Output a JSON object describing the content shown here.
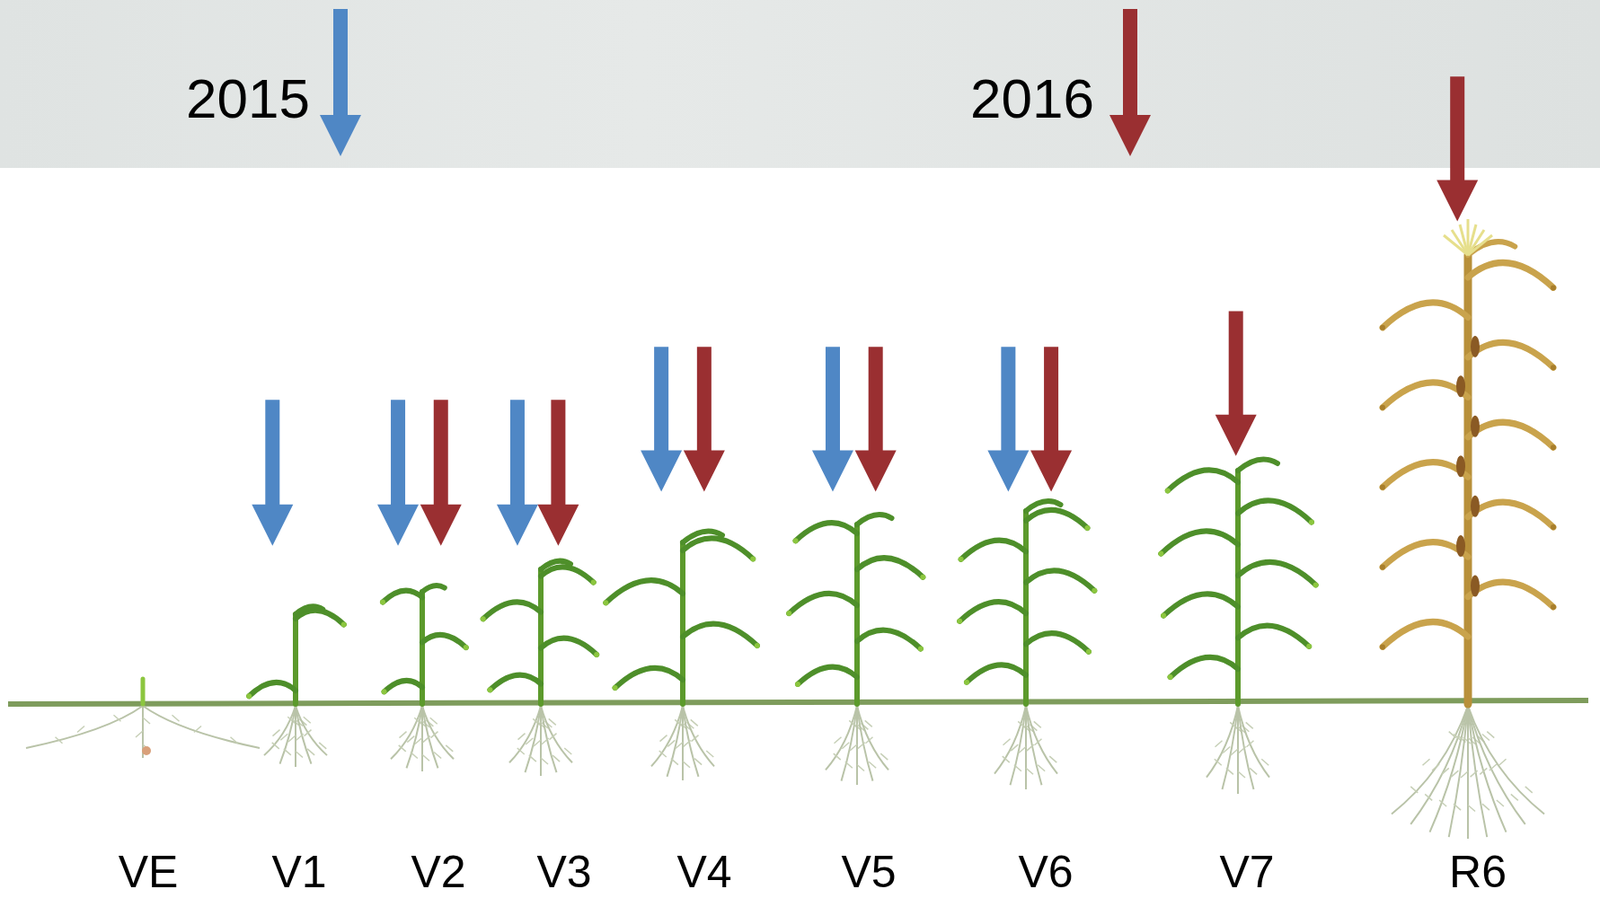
{
  "diagram": {
    "labels": [
      "VE",
      "V1",
      "V2",
      "V3",
      "V4",
      "V5",
      "V6",
      "V7",
      "R6"
    ],
    "legend": [
      {
        "text": "2015",
        "color": "#4f87c5"
      },
      {
        "text": "2016",
        "color": "#9a2f31"
      }
    ]
  }
}
